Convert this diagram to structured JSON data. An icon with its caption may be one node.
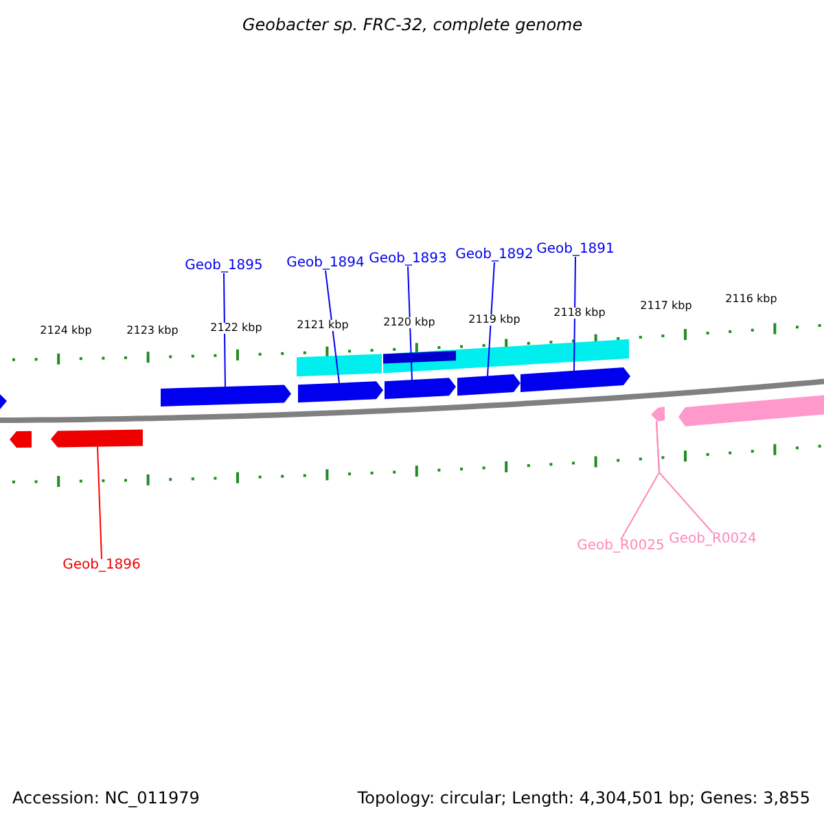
{
  "diagram": {
    "title": "Geobacter sp. FRC-32, complete genome",
    "nodes": [
      {
        "text": [
          "Geob_1895"
        ]
      },
      {
        "text": [
          "Geob_1894"
        ]
      },
      {
        "text": [
          "Geob_1893"
        ]
      },
      {
        "text": [
          "Geob_1892"
        ]
      },
      {
        "text": [
          "Geob_1891"
        ]
      },
      {
        "text": [
          "Geob_1896"
        ]
      },
      {
        "text": [
          "Geob_R0025"
        ]
      },
      {
        "text": [
          "Geob_R0024"
        ]
      },
      {
        "text": [],
        "shape": "bar"
      },
      {
        "text": [],
        "shape": "bar"
      },
      {
        "text": [],
        "shape": "bar"
      },
      {
        "text": [],
        "shape": "bar"
      },
      {
        "text": [],
        "shape": "bar"
      },
      {
        "text": [],
        "shape": "bar"
      },
      {
        "text": [],
        "shape": "bar"
      }
    ],
    "edges": [
      {
        "from": 0,
        "to": 8,
        "arrow": "none"
      },
      {
        "from": 1,
        "to": 9,
        "arrow": "none"
      },
      {
        "from": 2,
        "to": 10,
        "arrow": "none"
      },
      {
        "from": 3,
        "to": 11,
        "arrow": "none"
      },
      {
        "from": 4,
        "to": 12,
        "arrow": "none"
      },
      {
        "from": 5,
        "to": 13,
        "arrow": "none",
        "color": "#ff0000"
      },
      {
        "from": 6,
        "to": 14,
        "arrow": "none",
        "color": "#ff88bb"
      },
      {
        "from": 7,
        "to": 14,
        "arrow": "none",
        "color": "#ff88bb"
      }
    ],
    "labels": [
      "2124 kbp",
      "2123 kbp",
      "2122 kbp",
      "2121 kbp",
      "2120 kbp",
      "2119 kbp",
      "2118 kbp",
      "2117 kbp",
      "2116 kbp",
      "Accession: NC_011979",
      "Topology: circular; Length: 4,304,501 bp; Genes: 3,855"
    ]
  }
}
